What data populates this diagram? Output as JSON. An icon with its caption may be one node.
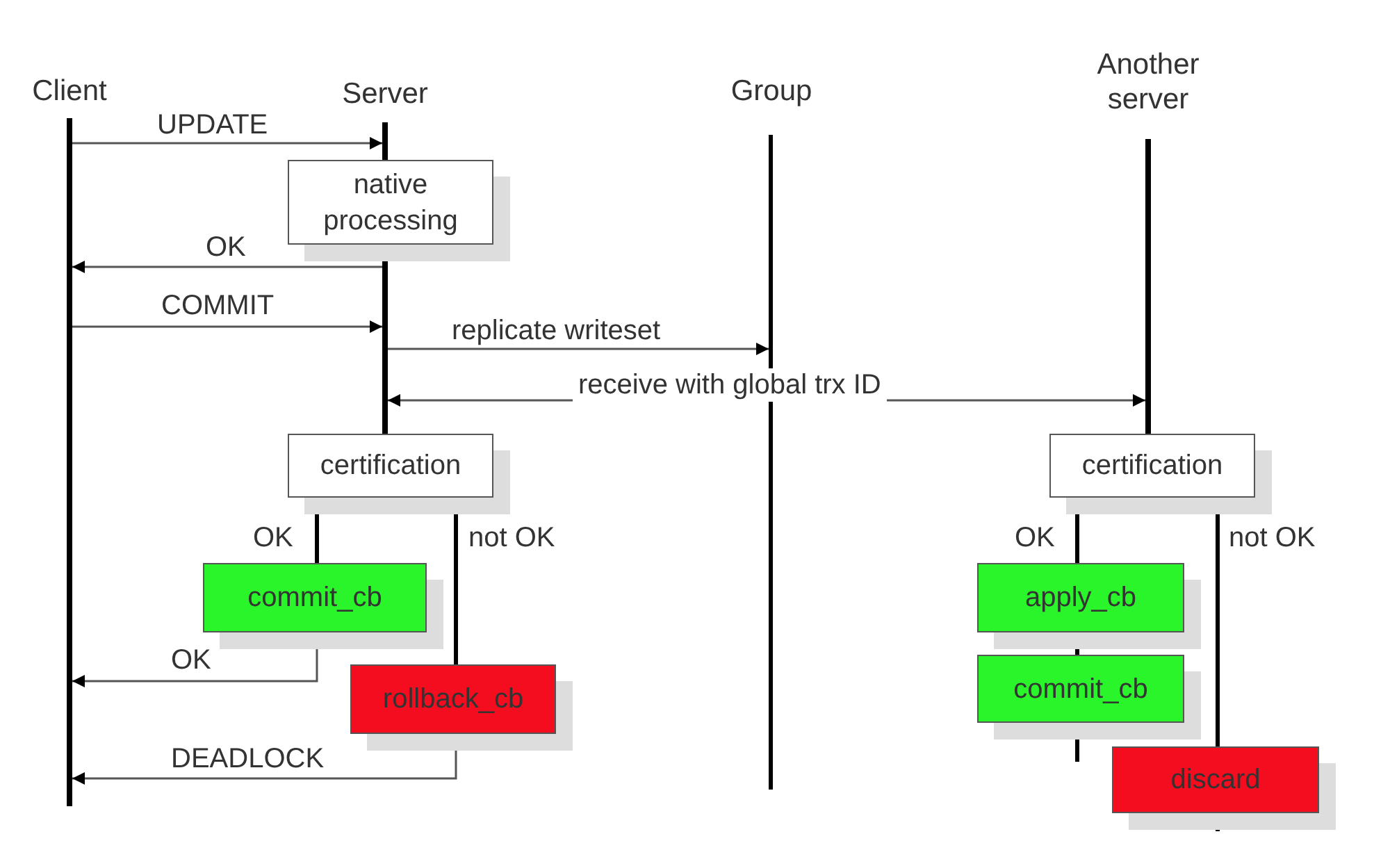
{
  "diagram": {
    "nodes": [
      {
        "text": [],
        "shape": "bar",
        "beside": [
          "Client"
        ]
      },
      {
        "text": [],
        "shape": "bar",
        "beside": [
          "Server"
        ]
      },
      {
        "text": [],
        "shape": "bar",
        "beside": [
          "Group"
        ]
      },
      {
        "text": [],
        "shape": "bar",
        "beside": [
          "Another server"
        ]
      },
      {
        "text": [
          "native processing"
        ]
      },
      {
        "text": [],
        "shape": "bar"
      },
      {
        "text": [
          "certification"
        ]
      },
      {
        "text": [
          "commit_cb"
        ]
      },
      {
        "text": [
          "rollback_cb"
        ]
      },
      {
        "text": [
          "certification"
        ]
      },
      {
        "text": [
          "apply_cb"
        ]
      },
      {
        "text": [
          "commit_cb"
        ]
      },
      {
        "text": [
          "discard"
        ]
      }
    ],
    "edges": [
      {
        "from": 0,
        "to": 1,
        "arrow": "to",
        "label": "UPDATE"
      },
      {
        "from": 5,
        "to": 0,
        "arrow": "to",
        "label": "OK"
      },
      {
        "from": 0,
        "to": 5,
        "arrow": "to",
        "label": "COMMIT"
      },
      {
        "from": 5,
        "to": 2,
        "arrow": "to",
        "label": "replicate writeset"
      },
      {
        "from": 5,
        "to": 3,
        "arrow": "both",
        "label": "receive with global trx ID"
      },
      {
        "from": 6,
        "to": 7,
        "arrow": "none",
        "label": "OK",
        "style": "thick"
      },
      {
        "from": 6,
        "to": 8,
        "arrow": "none",
        "label": "not OK",
        "style": "thick"
      },
      {
        "from": 7,
        "to": 0,
        "arrow": "to",
        "label": "OK"
      },
      {
        "from": 8,
        "to": 0,
        "arrow": "to",
        "label": "DEADLOCK"
      },
      {
        "from": 9,
        "to": 10,
        "arrow": "none",
        "label": "OK",
        "style": "thick"
      },
      {
        "from": 10,
        "to": 11,
        "arrow": "none",
        "style": "thick"
      },
      {
        "from": 9,
        "to": 12,
        "arrow": "none",
        "label": "not OK",
        "style": "thick"
      }
    ]
  }
}
